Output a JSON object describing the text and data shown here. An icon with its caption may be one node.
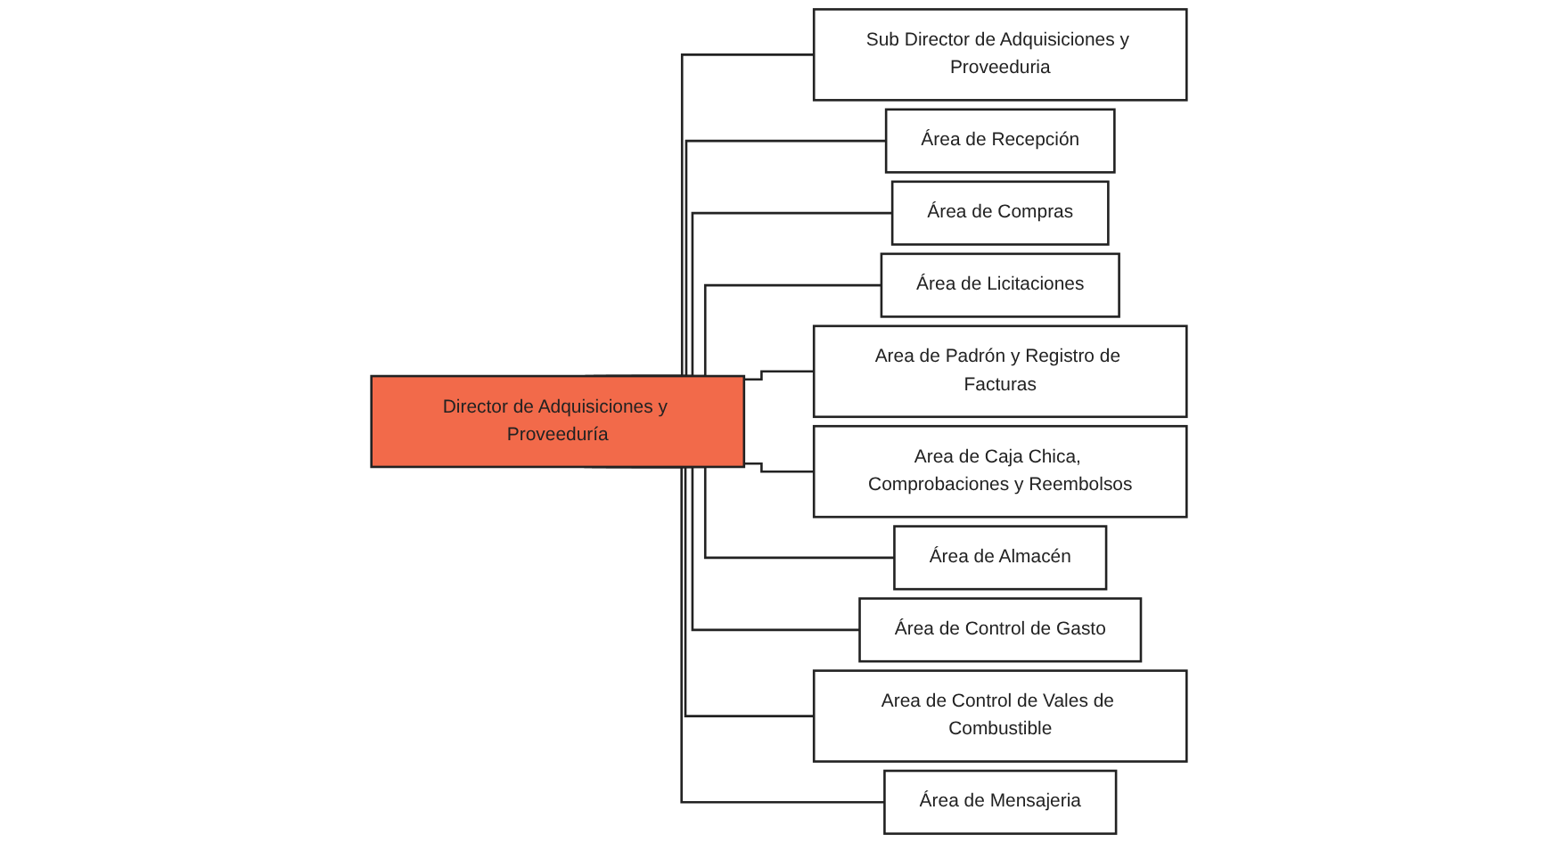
{
  "diagram": {
    "nodes": [
      {
        "text": [
          "Director de Adquisiciones y Proveeduría"
        ]
      },
      {
        "text": [
          "Sub Director de Adquisiciones y Proveeduria"
        ]
      },
      {
        "text": [
          "Área de Recepción"
        ]
      },
      {
        "text": [
          "Área de Compras"
        ]
      },
      {
        "text": [
          "Área de Licitaciones"
        ]
      },
      {
        "text": [
          "Area de Padrón y Registro de Facturas"
        ]
      },
      {
        "text": [
          "Area de Caja Chica, Comprobaciones y Reembolsos"
        ]
      },
      {
        "text": [
          "Área de Almacén"
        ]
      },
      {
        "text": [
          "Área de Control de Gasto"
        ]
      },
      {
        "text": [
          "Area de Control de Vales de Combustible"
        ]
      },
      {
        "text": [
          "Área de Mensajeria"
        ]
      }
    ],
    "edges": [
      {
        "from": 0,
        "to": 1,
        "arrow": "none"
      },
      {
        "from": 0,
        "to": 2,
        "arrow": "none"
      },
      {
        "from": 0,
        "to": 3,
        "arrow": "none"
      },
      {
        "from": 0,
        "to": 4,
        "arrow": "none"
      },
      {
        "from": 0,
        "to": 5,
        "arrow": "none"
      },
      {
        "from": 0,
        "to": 6,
        "arrow": "none"
      },
      {
        "from": 0,
        "to": 7,
        "arrow": "none"
      },
      {
        "from": 0,
        "to": 8,
        "arrow": "none"
      },
      {
        "from": 0,
        "to": 9,
        "arrow": "none"
      },
      {
        "from": 0,
        "to": 10,
        "arrow": "none"
      }
    ]
  }
}
